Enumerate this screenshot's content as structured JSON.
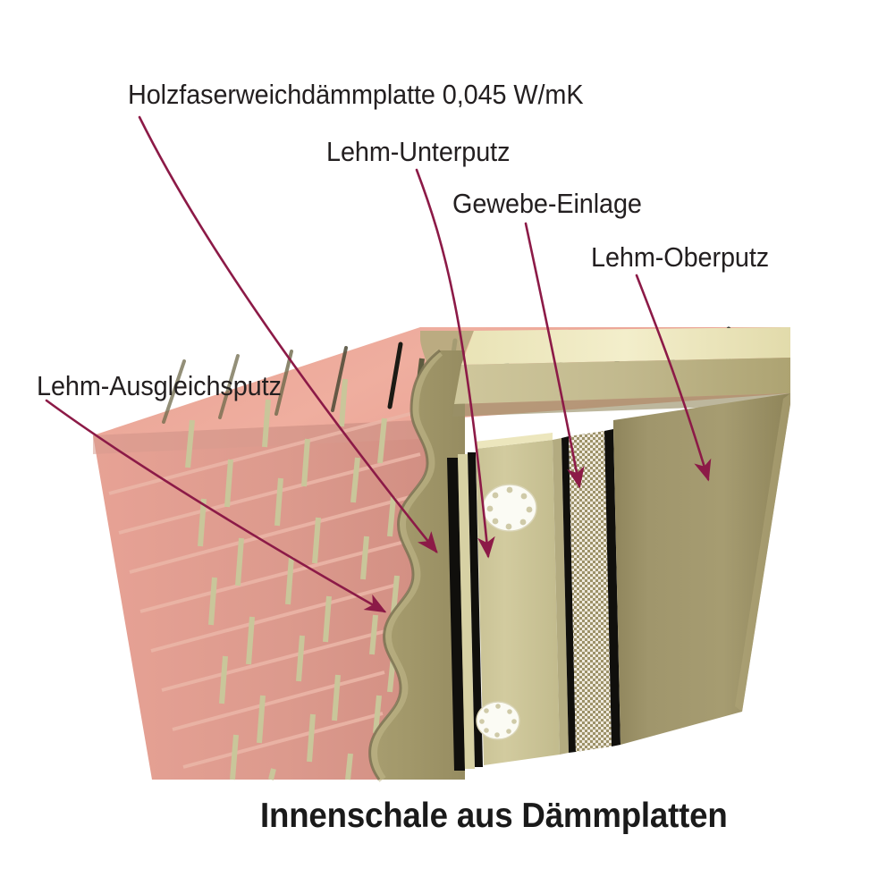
{
  "figure": {
    "caption": "Innenschale aus Dämmplatten",
    "background_color": "#ffffff",
    "leader_color": "#8c1a47",
    "text_color": "#231f20"
  },
  "labels": [
    {
      "id": "holzfaser",
      "text": "Holzfaserweichdämmplatte 0,045 W/mK",
      "layer": "wood-fibre soft insulation board",
      "value": "0,045 W/mK"
    },
    {
      "id": "unterputz",
      "text": "Lehm-Unterputz",
      "layer": "clay base plaster"
    },
    {
      "id": "gewebe",
      "text": "Gewebe-Einlage",
      "layer": "reinforcement mesh"
    },
    {
      "id": "oberputz",
      "text": "Lehm-Oberputz",
      "layer": "clay finish plaster"
    },
    {
      "id": "ausgleich",
      "text": "Lehm-Ausgleichsputz",
      "layer": "clay levelling plaster"
    }
  ],
  "materials": {
    "brick_face_light": "#eeaa9b",
    "brick_face_mid": "#e3a294",
    "brick_face_dark": "#cf9287",
    "brick_top": "#eeaa9b",
    "mortar_joint": "#c9c69a",
    "joint_dark": "#171717",
    "clay_levelling": "#a3996c",
    "clay_levelling_shade": "#8d8358",
    "insulation_face": "#cdc79a",
    "insulation_top": "#ece6bd",
    "base_plaster": "#c6bf92",
    "mesh_light": "#efeade",
    "mesh_dark": "#a59a6f",
    "finish_plaster": "#9b9068",
    "finish_plaster_edge": "#b3a87c",
    "anchor_disc": "#fbfbf6",
    "seam_black": "#100f0c"
  },
  "annotations": {
    "arrow_count": 5,
    "anchor_disc_count": 2,
    "arrow_color": "#8c1a47"
  }
}
